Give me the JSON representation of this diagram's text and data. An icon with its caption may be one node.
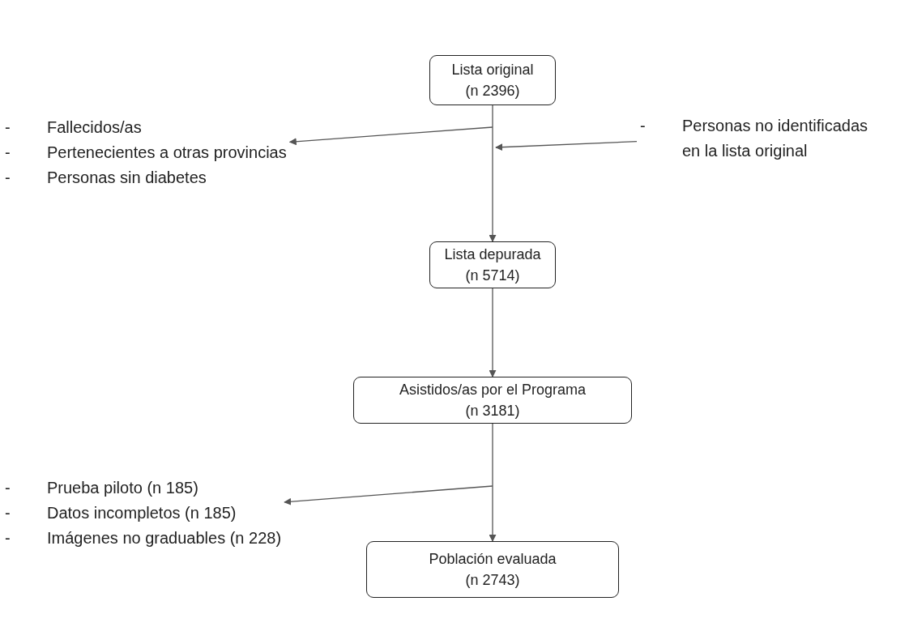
{
  "diagram": {
    "nodes": [
      {
        "text": [
          "Lista original",
          "(n 2396)"
        ]
      },
      {
        "text": [
          "- Fallecidos/as",
          "- Pertenecientes a otras provincias",
          "- Personas sin diabetes"
        ]
      },
      {
        "text": [
          "- Personas no identificadas en la lista original"
        ]
      },
      {
        "text": [
          "Lista depurada",
          "(n 5714)"
        ]
      },
      {
        "text": [
          "Asistidos/as por el Programa",
          "(n 3181)"
        ]
      },
      {
        "text": [
          "- Prueba piloto (n 185)",
          "- Datos incompletos (n 185)",
          "- Imágenes no graduables (n 228)"
        ]
      },
      {
        "text": [
          "Población evaluada",
          "(n 2743)"
        ]
      }
    ],
    "edges": [
      {
        "from": 0,
        "to": 3,
        "arrow": "to"
      },
      {
        "from": null,
        "to": 1,
        "arrow": "to"
      },
      {
        "from": 2,
        "to": null,
        "arrow": "to"
      },
      {
        "from": 3,
        "to": 4,
        "arrow": "to"
      },
      {
        "from": 4,
        "to": 6,
        "arrow": "to"
      },
      {
        "from": null,
        "to": 5,
        "arrow": "to"
      }
    ]
  }
}
